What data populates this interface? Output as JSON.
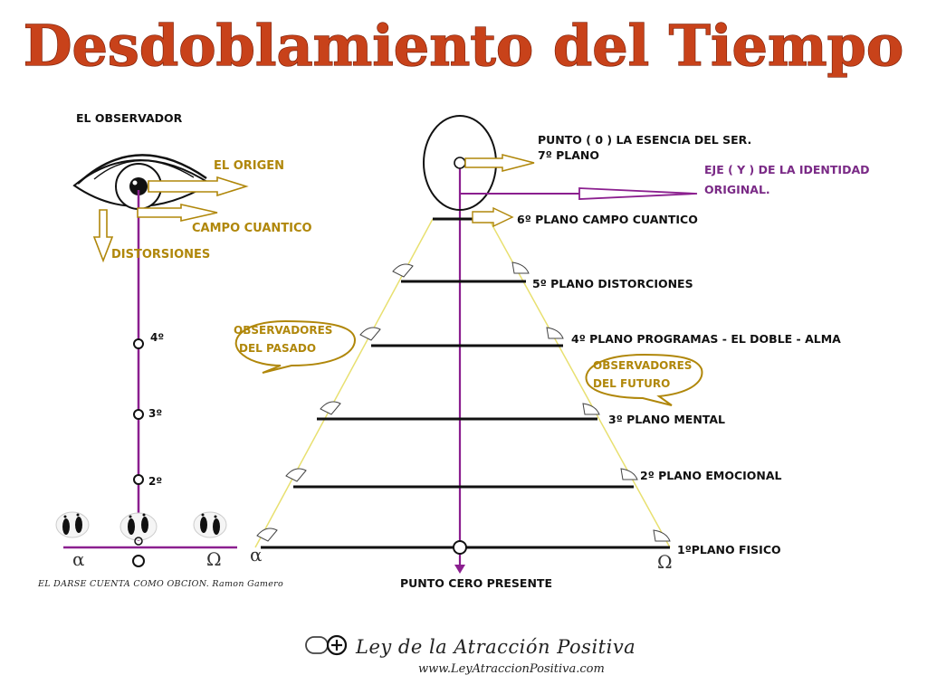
{
  "title": "Desdoblamiento del Tiempo",
  "observer": {
    "heading": "EL OBSERVADOR",
    "origin": "EL ORIGEN",
    "quantum_field": "CAMPO CUANTICO",
    "distortions": "DISTORSIONES",
    "levels": [
      "4º",
      "3º",
      "2º"
    ],
    "alpha": "α",
    "omega": "Ω",
    "caption": "EL DARSE CUENTA COMO OBCION. Ramon Gamero"
  },
  "pyramid": {
    "point_zero_line1": "PUNTO ( 0 ) LA ESENCIA DEL SER.",
    "point_zero_line2": "7º PLANO",
    "axis_line1": "EJE ( Y ) DE LA IDENTIDAD",
    "axis_line2": "ORIGINAL.",
    "planes": [
      "6º PLANO CAMPO CUANTICO",
      "5º PLANO DISTORCIONES",
      "4º PLANO PROGRAMAS - EL DOBLE - ALMA",
      "3º PLANO MENTAL",
      "2º  PLANO EMOCIONAL",
      "1ºPLANO FISICO"
    ],
    "past_observers_line1": "OBSERVADORES",
    "past_observers_line2": "DEL PASADO",
    "future_observers_line1": "OBSERVADORES",
    "future_observers_line2": "DEL FUTURO",
    "alpha": "α",
    "omega": "Ω",
    "present": "PUNTO CERO PRESENTE"
  },
  "footer": {
    "brand": "Ley de la Atracción Positiva",
    "url": "www.LeyAtraccionPositiva.com"
  },
  "colors": {
    "title": "#c8421a",
    "purple": "#8b1f8f",
    "gold": "#b0870a",
    "pyramid_edge": "#e8e070"
  }
}
